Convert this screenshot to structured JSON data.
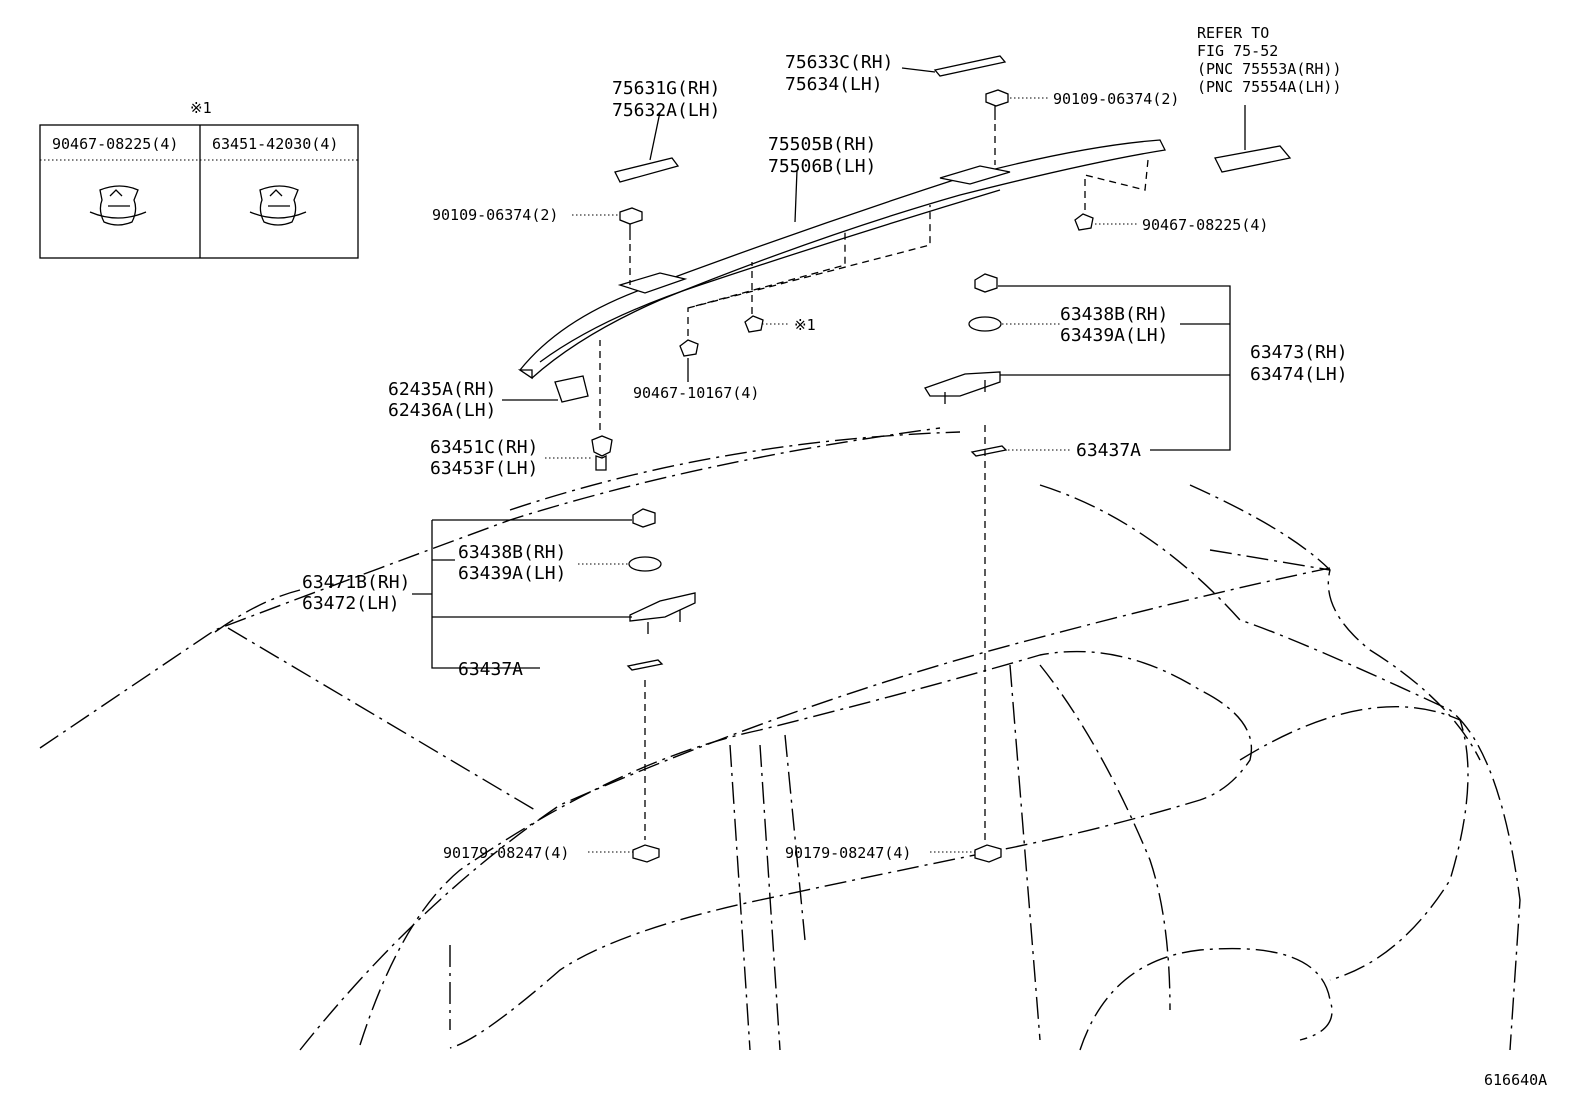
{
  "inset": {
    "note_mark": "※1",
    "col1_part": "90467-08225(4)",
    "col2_part": "63451-42030(4)"
  },
  "labels": {
    "p75633": [
      "75633C(RH)",
      "75634(LH)"
    ],
    "p75631": [
      "75631G(RH)",
      "75632A(LH)"
    ],
    "p75505": [
      "75505B(RH)",
      "75506B(LH)"
    ],
    "p90109_top": "90109-06374(2)",
    "p90109_left": "90109-06374(2)",
    "p90467_right": "90467-08225(4)",
    "p90467_10167": "90467-10167(4)",
    "note_ref": "※1",
    "refer": [
      "REFER TO",
      "FIG 75-52",
      "(PNC 75553A(RH))",
      "(PNC 75554A(LH))"
    ],
    "p62435": [
      "62435A(RH)",
      "62436A(LH)"
    ],
    "p63451": [
      "63451C(RH)",
      "63453F(LH)"
    ],
    "p63438_right": [
      "63438B(RH)",
      "63439A(LH)"
    ],
    "p63473": [
      "63473(RH)",
      "63474(LH)"
    ],
    "p63437_right": "63437A",
    "p63438_left": [
      "63438B(RH)",
      "63439A(LH)"
    ],
    "p63471": [
      "63471B(RH)",
      "63472(LH)"
    ],
    "p63437_left": "63437A",
    "p90179_left": "90179-08247(4)",
    "p90179_right": "90179-08247(4)",
    "figure_id": "616640A"
  }
}
